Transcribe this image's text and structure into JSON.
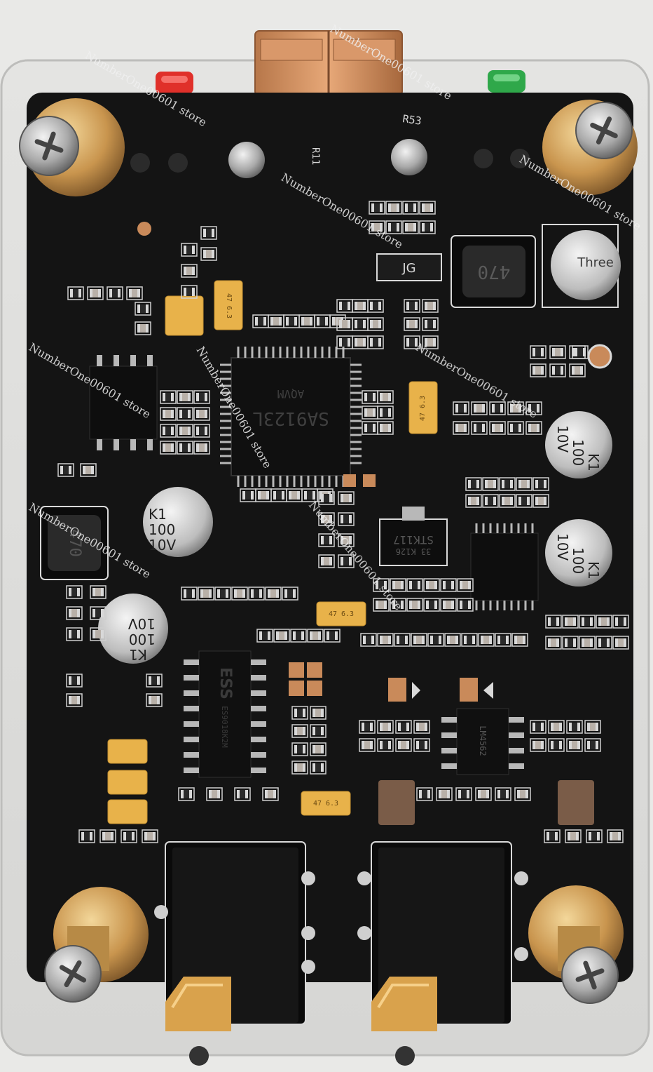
{
  "colors": {
    "background": "#e9e9e7",
    "acrylic": "#dcdcda",
    "pcb": "#141414",
    "silkscreen": "#d9d9d9",
    "copper": "#c98a5a",
    "gold": "#d7b26a",
    "led_red": "#e0302a",
    "led_green": "#2fa84a",
    "tantalum": "#e8b24a",
    "electrolytic": "#c9c9c9"
  },
  "silkscreen": {
    "r53": "R53",
    "r11": "R11",
    "jg": "JG",
    "inductor_top": "470",
    "inductor_left": "470"
  },
  "capacitor_labels": {
    "top_right": "Three",
    "mid_right_a": [
      "K1",
      "100",
      "10V"
    ],
    "mid_right_b": [
      "K1",
      "100",
      "10V"
    ],
    "mid_left": [
      "K1",
      "100",
      "10V"
    ],
    "low_left": [
      "K1",
      "100",
      "10V"
    ]
  },
  "chips": {
    "main_ic": [
      "SA9123L",
      "AQVM"
    ],
    "regulator": [
      "STK117",
      "33 K126"
    ],
    "dac": [
      "ES9018K2M",
      "ESS"
    ],
    "opamp": "LM4562"
  },
  "tantalum_labels": {
    "t1": "47 6.3",
    "t2": "47 6.3",
    "t3": "47 6.3",
    "t4": "47 6.3"
  },
  "watermarks": [
    "NumberOne00601 store",
    "NumberOne00601 store",
    "NumberOne00601 store",
    "NumberOne00601 store",
    "NumberOne00601 store",
    "NumberOne00601 store",
    "NumberOne00601 store",
    "NumberOne00601 store",
    "NumberOne00601 store"
  ]
}
